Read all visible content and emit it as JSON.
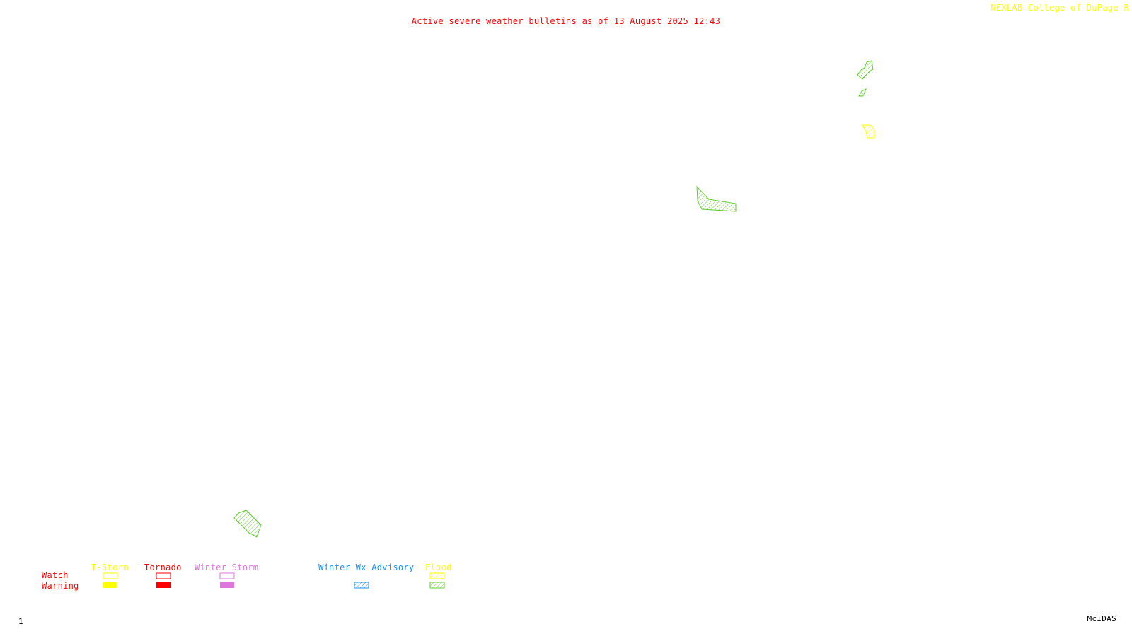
{
  "header": {
    "title": "Active severe weather bulletins as of 13 August 2025 12:43",
    "credit": "NEXLAB-College of DuPage R"
  },
  "footer": {
    "page_number": "1",
    "software": "McIDAS"
  },
  "legend": {
    "row_labels": {
      "watch": "Watch",
      "warning": "Warning"
    },
    "categories": [
      {
        "key": "tstorm",
        "label": "T-Storm",
        "color": "#ffff00",
        "watch": "outline",
        "warning": "filled"
      },
      {
        "key": "tornado",
        "label": "Tornado",
        "color": "#ff0000",
        "watch": "outline",
        "warning": "filled"
      },
      {
        "key": "winter",
        "label": "Winter Storm",
        "color": "#dd77dd",
        "watch": "outline",
        "warning": "filled"
      },
      {
        "key": "advisory",
        "label": "Winter Wx Advisory",
        "color": "#1e90ff",
        "watch": null,
        "warning": "hatched"
      },
      {
        "key": "flood",
        "label": "Flood",
        "color": "#ffff00",
        "warning_color": "#66cc33",
        "watch": "hatched",
        "warning": "hatched"
      }
    ]
  },
  "bulletins": [
    {
      "name": "flood-warning-area",
      "type": "Flood Warning",
      "color": "#66cc33"
    },
    {
      "name": "flood-warning-area",
      "type": "Flood Warning",
      "color": "#66cc33"
    },
    {
      "name": "flood-warning-area",
      "type": "Flood Warning",
      "color": "#66cc33"
    },
    {
      "name": "flood-warning-area",
      "type": "Flood Warning",
      "color": "#66cc33"
    },
    {
      "name": "flood-watch-area",
      "type": "Flood Watch",
      "color": "#ffff00"
    }
  ]
}
